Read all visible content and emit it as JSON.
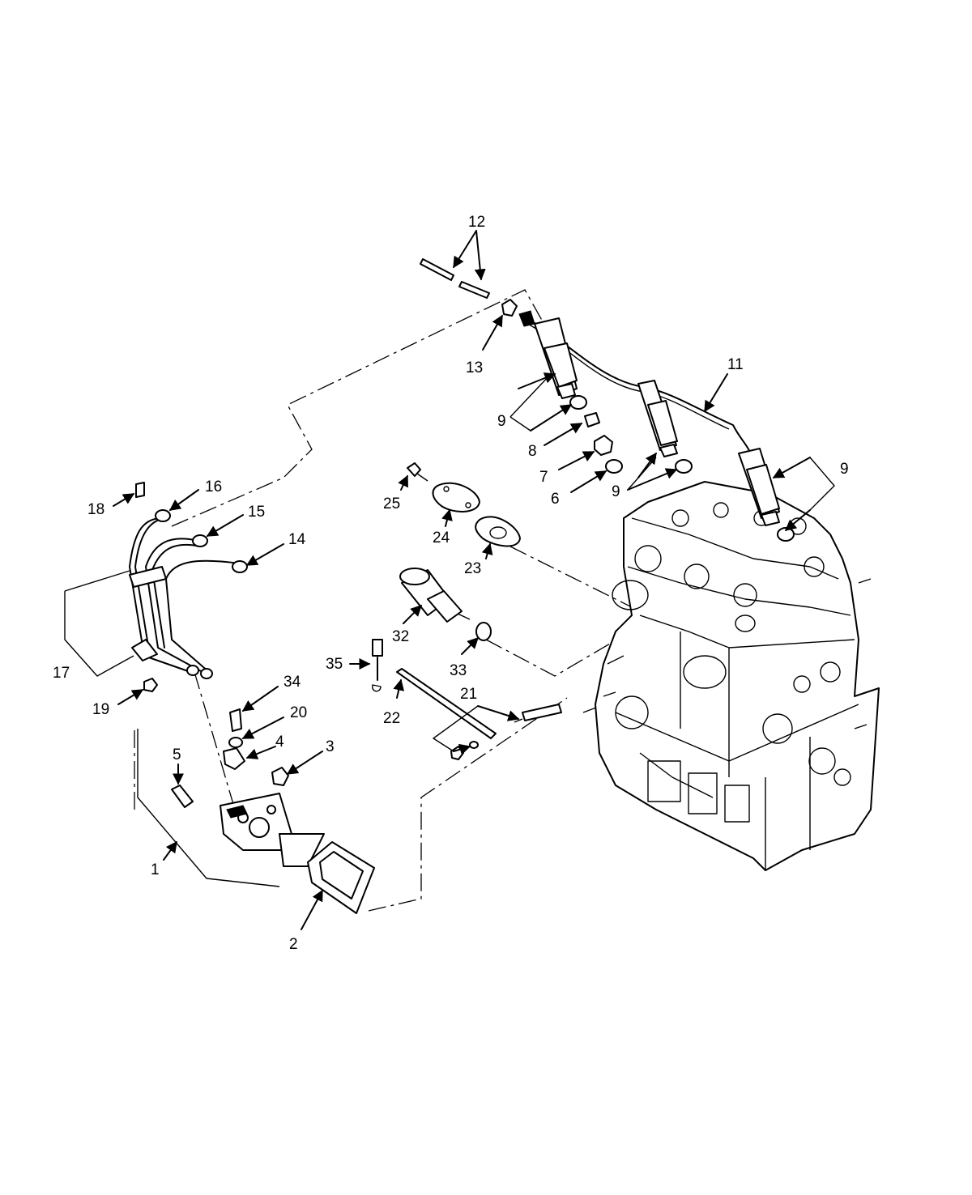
{
  "callouts": {
    "c1": "1",
    "c2": "2",
    "c3": "3",
    "c4": "4",
    "c5": "5",
    "c6": "6",
    "c7": "7",
    "c8": "8",
    "c9a": "9",
    "c9b": "9",
    "c9c": "9",
    "c11": "11",
    "c12": "12",
    "c13": "13",
    "c14": "14",
    "c15": "15",
    "c16": "16",
    "c17": "17",
    "c18": "18",
    "c19": "19",
    "c20": "20",
    "c21": "21",
    "c22": "22",
    "c23": "23",
    "c24": "24",
    "c25": "25",
    "c32": "32",
    "c33": "33",
    "c34": "34",
    "c35": "35"
  }
}
